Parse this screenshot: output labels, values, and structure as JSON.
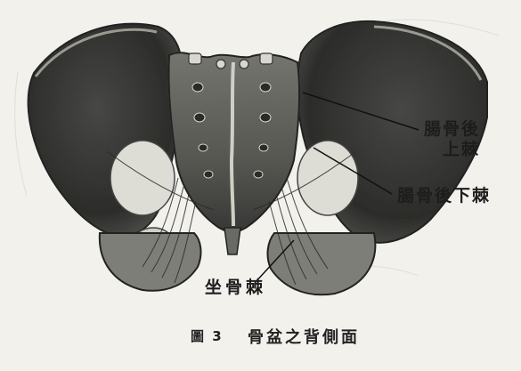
{
  "labels": {
    "posterior_superior_iliac_spine_line1": "腸骨後",
    "posterior_superior_iliac_spine_line2": "上棘",
    "posterior_inferior_iliac_spine": "腸骨後下棘",
    "ischial_spine": "坐骨棘"
  },
  "caption": {
    "figure_number": "圖 3",
    "title": "骨盆之背側面"
  },
  "colors": {
    "paper": "#f2f1ec",
    "ink": "#1d1d1d",
    "bone_dark": "#3a3a3a",
    "bone_mid": "#6e6e6e",
    "bone_light": "#bdbdb6"
  }
}
